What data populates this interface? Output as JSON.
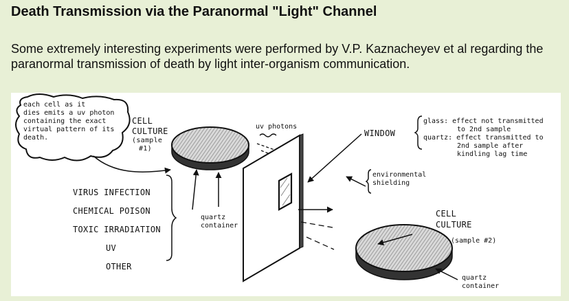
{
  "page": {
    "title": "Death Transmission via the Paranormal \"Light\" Channel",
    "intro": "Some extremely interesting experiments were performed by V.P. Kaznacheyev et al regarding the paranormal transmission of death by light inter-organism communication."
  },
  "diagram": {
    "cloud_lines": [
      "each cell as it",
      "dies emits a uv photon",
      "containing the exact",
      "virtual pattern of its",
      "death."
    ],
    "culture1": [
      "CELL",
      "CULTURE",
      "(sample",
      "#1)"
    ],
    "uv_photons": "uv photons",
    "window": "WINDOW",
    "glass_effect": [
      "glass: effect not transmitted",
      "to 2nd sample"
    ],
    "quartz_effect": [
      "quartz: effect transmitted to",
      "2nd sample after",
      "kindling lag time"
    ],
    "shielding": [
      "environmental",
      "shielding"
    ],
    "agents": [
      "VIRUS INFECTION",
      "CHEMICAL POISON",
      "TOXIC IRRADIATION",
      "UV",
      "OTHER"
    ],
    "quartz_container_1": [
      "quartz",
      "container"
    ],
    "culture2": [
      "CELL",
      "CULTURE"
    ],
    "culture2_sample": "(sample #2)",
    "quartz_container_2": [
      "quartz",
      "container"
    ]
  }
}
